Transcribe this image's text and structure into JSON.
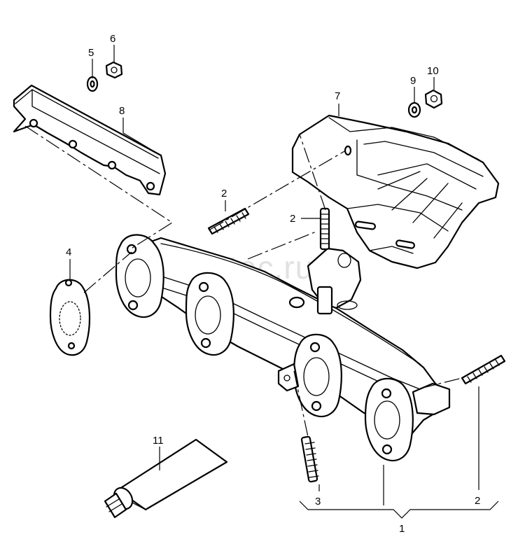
{
  "watermark": "vagtec.ru",
  "callouts": {
    "c1": "1",
    "c2a": "2",
    "c2b": "2",
    "c2c": "2",
    "c3": "3",
    "c4": "4",
    "c5": "5",
    "c6": "6",
    "c7": "7",
    "c8": "8",
    "c9": "9",
    "c10": "10",
    "c11": "11"
  }
}
